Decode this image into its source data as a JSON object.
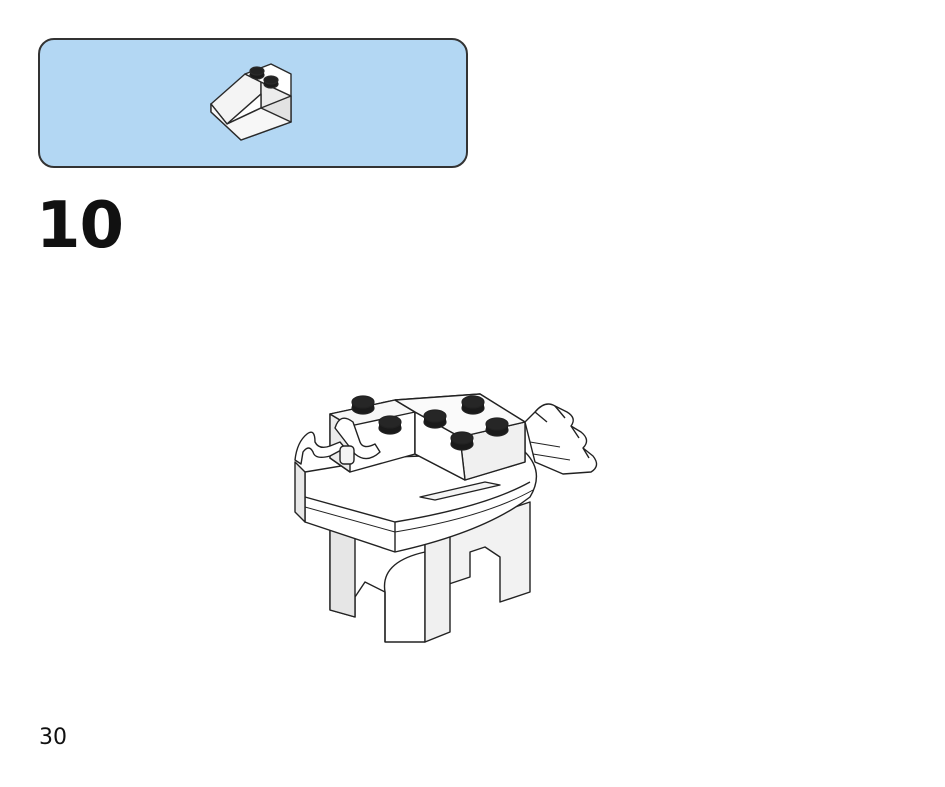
{
  "parts_callout": {
    "background_color": "#b3d7f3",
    "border_color": "#333333",
    "part": "slope-brick-2x2-icon",
    "part_color": "#ffffff",
    "quantity_shown": 1
  },
  "step": {
    "number": "10"
  },
  "model": {
    "icon": "assembled-model-icon",
    "color": "#ffffff"
  },
  "page": {
    "number": "30"
  }
}
